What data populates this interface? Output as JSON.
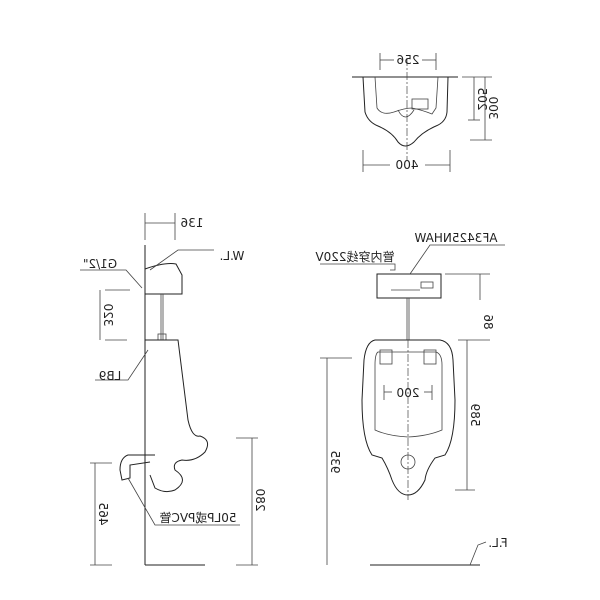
{
  "top_view": {
    "dim_inner_width": "256",
    "dim_depth_inner": "205",
    "dim_depth": "300",
    "dim_width": "400"
  },
  "side_view": {
    "dim_projection": "136",
    "water_level": "W.L.",
    "inlet": "G1/2\"",
    "dim_tank_height": "320",
    "part_lb9": "LB9",
    "dim_outlet_height": "465",
    "dim_lip_height": "280",
    "drain_pipe": "50LP或PVC管"
  },
  "front_view": {
    "model": "AF3425NHAW",
    "wiring": "管内穿线220V",
    "dim_tank_gap": "86",
    "dim_bowl_height": "589",
    "dim_mount_spacing": "200",
    "dim_total_height": "935",
    "floor_level": "F.L."
  }
}
